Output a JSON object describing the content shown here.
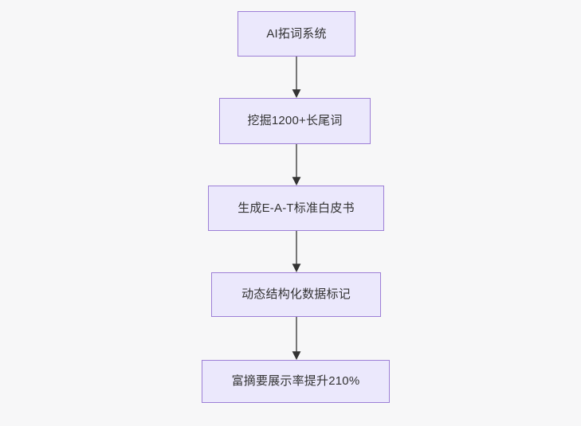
{
  "diagram": {
    "type": "flowchart",
    "orientation": "top-to-bottom",
    "background_color": "#f7f7f8",
    "node_fill_color": "#ebe8fc",
    "node_border_color": "#9d7fd6",
    "node_text_color": "#333333",
    "edge_line_color": "#777777",
    "edge_arrow_color": "#333333",
    "nodes": [
      {
        "id": "n1",
        "label": "AI拓词系统"
      },
      {
        "id": "n2",
        "label": "挖掘1200+长尾词"
      },
      {
        "id": "n3",
        "label": "生成E-A-T标准白皮书"
      },
      {
        "id": "n4",
        "label": "动态结构化数据标记"
      },
      {
        "id": "n5",
        "label": "富摘要展示率提升210%"
      }
    ],
    "edges": [
      {
        "id": "e1",
        "from": "n1",
        "to": "n2",
        "label": ""
      },
      {
        "id": "e2",
        "from": "n2",
        "to": "n3",
        "label": ""
      },
      {
        "id": "e3",
        "from": "n3",
        "to": "n4",
        "label": ""
      },
      {
        "id": "e4",
        "from": "n4",
        "to": "n5",
        "label": ""
      }
    ]
  }
}
